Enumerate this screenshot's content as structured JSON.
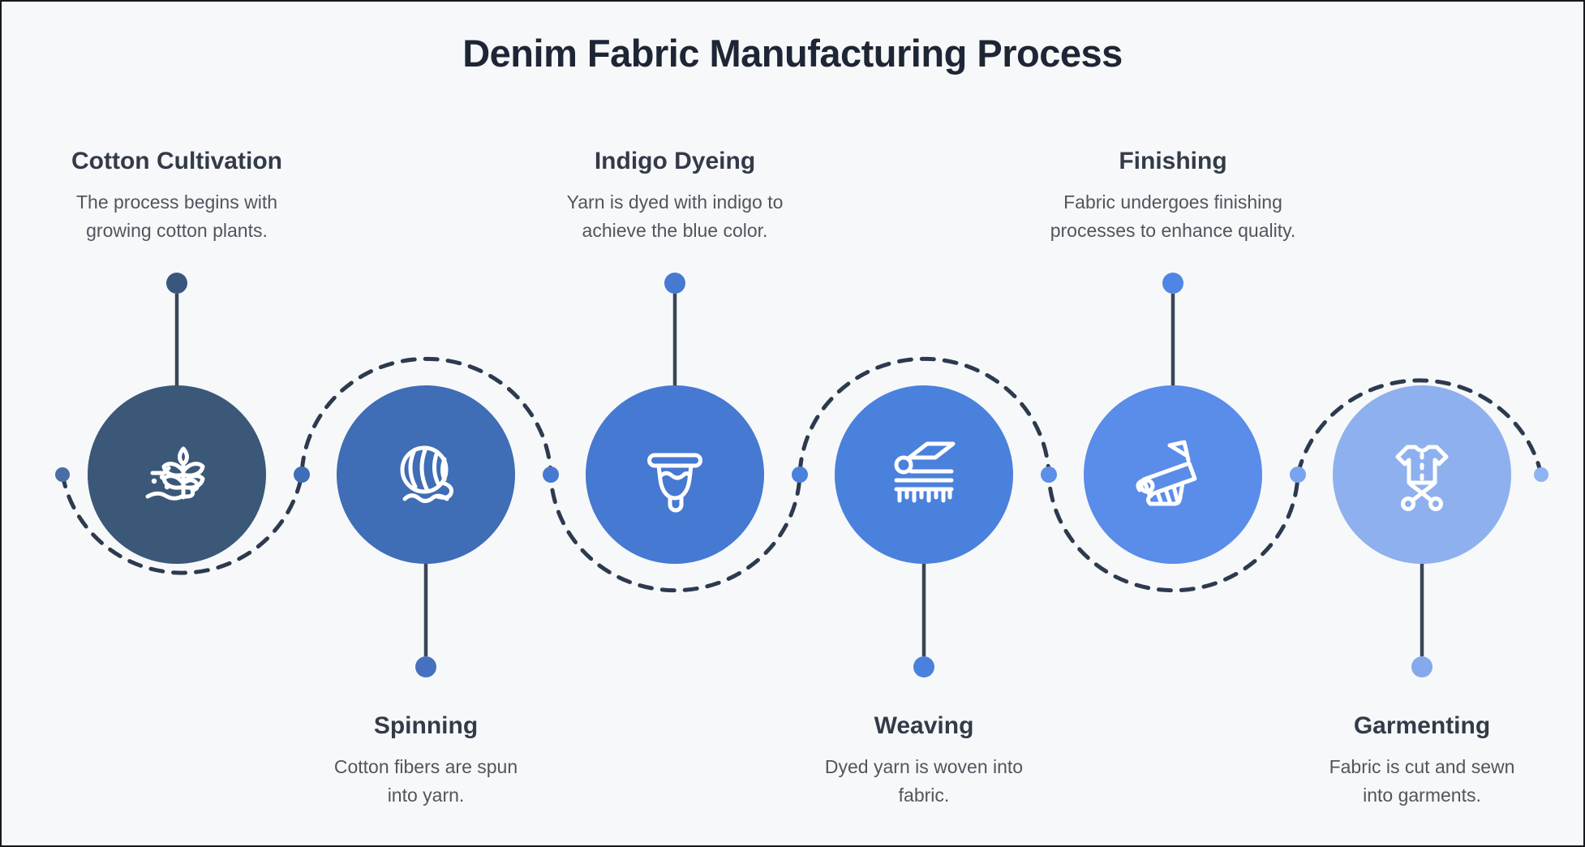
{
  "title": "Denim Fabric Manufacturing Process",
  "colors": {
    "background": "#f7f8fa",
    "border": "#161a1f",
    "dashed_line": "#2d3a4e",
    "stem": "#3a4656",
    "title_text": "#1e2635",
    "heading_text": "#333b48",
    "description_text": "#50565e"
  },
  "wave": {
    "dot_colors": [
      "#4b6da6",
      "#3f6db6",
      "#4679d1",
      "#4a81dd",
      "#5d8fe8",
      "#79a3ee",
      "#8fb2f0"
    ]
  },
  "steps": [
    {
      "label": "Cotton Cultivation",
      "description": "The process begins with growing cotton plants.",
      "label_position": "top",
      "icon": "cotton-plant-icon",
      "circle_color": "#3c5878",
      "dot_color": "#3a567f"
    },
    {
      "label": "Spinning",
      "description": "Cotton fibers are spun into yarn.",
      "label_position": "bottom",
      "icon": "yarn-ball-icon",
      "circle_color": "#3f6db6",
      "dot_color": "#4571be"
    },
    {
      "label": "Indigo Dyeing",
      "description": "Yarn is dyed with indigo to achieve the blue color.",
      "label_position": "top",
      "icon": "dye-cup-icon",
      "circle_color": "#4679d1",
      "dot_color": "#4679d1"
    },
    {
      "label": "Weaving",
      "description": "Dyed yarn is woven into fabric.",
      "label_position": "bottom",
      "icon": "weaving-loom-icon",
      "circle_color": "#4a81dd",
      "dot_color": "#4a81dd"
    },
    {
      "label": "Finishing",
      "description": "Fabric undergoes finishing processes to enhance quality.",
      "label_position": "top",
      "icon": "fabric-roll-icon",
      "circle_color": "#5a8ce9",
      "dot_color": "#4f86e5"
    },
    {
      "label": "Garmenting",
      "description": "Fabric is cut and sewn into garments.",
      "label_position": "bottom",
      "icon": "shirt-scissors-icon",
      "circle_color": "#8eb0ee",
      "dot_color": "#84a9ec"
    }
  ]
}
